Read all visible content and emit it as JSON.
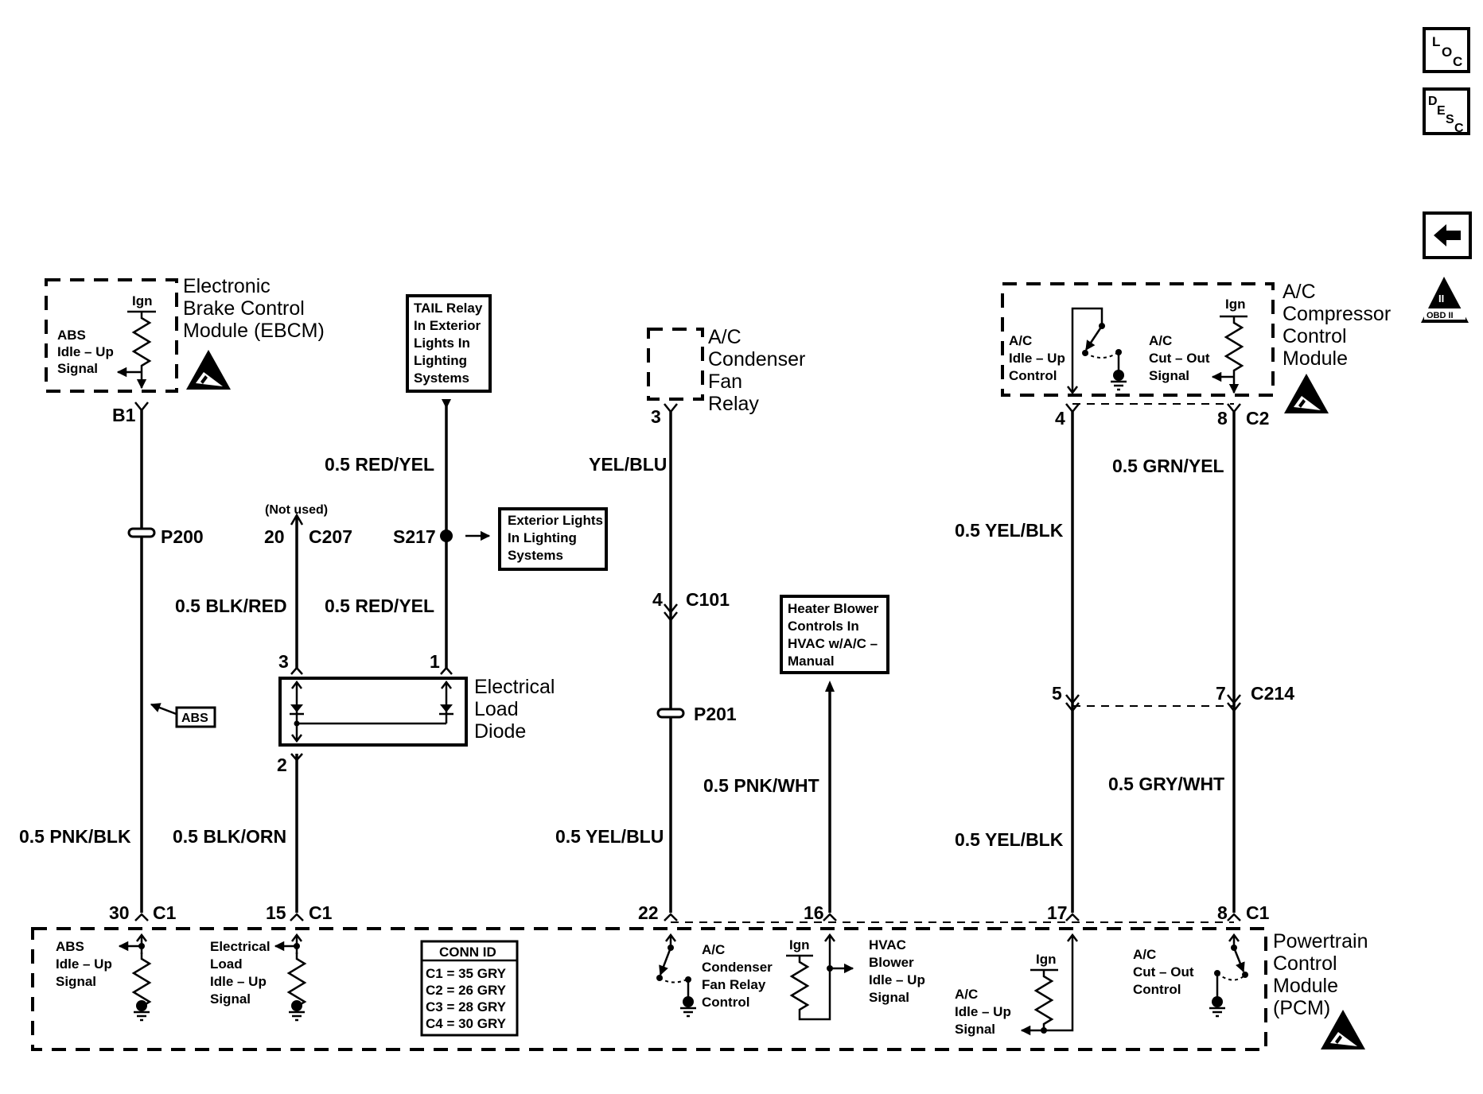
{
  "nav": {
    "loc": {
      "line1": "L",
      "line2": "O",
      "line3": "C"
    },
    "desc": {
      "line1": "D",
      "line2": "E",
      "line3": "S",
      "line4": "C"
    },
    "back_icon": "left-arrow-icon",
    "obd_badge": {
      "top": "II",
      "bottom": "OBD II"
    }
  },
  "components": {
    "ebcm": {
      "title_lines": [
        "Electronic",
        "Brake Control",
        "Module (EBCM)"
      ],
      "ign": "Ign",
      "signal_lines": [
        "ABS",
        "Idle – Up",
        "Signal"
      ],
      "connector_pin": "B1",
      "esd_icon": "esd-sensitive-icon"
    },
    "tail_relay": {
      "lines": [
        "TAIL Relay",
        "In Exterior",
        "Lights In",
        "Lighting",
        "Systems"
      ]
    },
    "exterior_lights": {
      "lines": [
        "Exterior Lights",
        "In Lighting",
        "Systems"
      ]
    },
    "condenser_fan_relay": {
      "title_lines": [
        "A/C",
        "Condenser",
        "Fan",
        "Relay"
      ],
      "pin": "3"
    },
    "heater_blower": {
      "lines": [
        "Heater Blower",
        "Controls In",
        "HVAC w/A/C –",
        "Manual"
      ]
    },
    "compressor_module": {
      "title_lines": [
        "A/C",
        "Compressor",
        "Control",
        "Module"
      ],
      "idle_up_lines": [
        "A/C",
        "Idle – Up",
        "Control"
      ],
      "cut_out_lines": [
        "A/C",
        "Cut – Out",
        "Signal"
      ],
      "ign": "Ign",
      "pin_left": "4",
      "pin_right": "8",
      "connector": "C2"
    },
    "load_diode": {
      "title_lines": [
        "Electrical",
        "Load",
        "Diode"
      ],
      "pin_3": "3",
      "pin_1": "1",
      "pin_2": "2"
    },
    "abs_ref": "ABS",
    "pcm": {
      "title_lines": [
        "Powertrain",
        "Control",
        "Module",
        "(PCM)"
      ],
      "abs_signal_lines": [
        "ABS",
        "Idle – Up",
        "Signal"
      ],
      "load_signal_lines": [
        "Electrical",
        "Load",
        "Idle – Up",
        "Signal"
      ],
      "fan_relay_lines": [
        "A/C",
        "Condenser",
        "Fan Relay",
        "Control"
      ],
      "hvac_lines": [
        "HVAC",
        "Blower",
        "Idle – Up",
        "Signal"
      ],
      "idle_up_lines": [
        "A/C",
        "Idle – Up",
        "Signal"
      ],
      "cut_out_lines": [
        "A/C",
        "Cut – Out",
        "Control"
      ],
      "ign": "Ign",
      "conn_id": {
        "title": "CONN ID",
        "rows": [
          "C1 = 35 GRY",
          "C2 = 26 GRY",
          "C3 = 28 GRY",
          "C4 = 30 GRY"
        ]
      }
    }
  },
  "connectors": {
    "p200": "P200",
    "p201": "P201",
    "c207_pin": "20",
    "c207": "C207",
    "not_used": "(Not used)",
    "s217": "S217",
    "c101_pin": "4",
    "c101": "C101",
    "c214_left_pin": "5",
    "c214_right_pin": "7",
    "c214": "C214",
    "pcm_pins": [
      {
        "pin": "30",
        "conn": "C1"
      },
      {
        "pin": "15",
        "conn": "C1"
      },
      {
        "pin": "22",
        "conn": ""
      },
      {
        "pin": "16",
        "conn": ""
      },
      {
        "pin": "17",
        "conn": ""
      },
      {
        "pin": "8",
        "conn": "C1"
      }
    ]
  },
  "wires": {
    "ebcm_pcm": "0.5 PNK/BLK",
    "tail_to_s217": "0.5 RED/YEL",
    "s217_to_diode": "0.5 RED/YEL",
    "c207_to_diode": "0.5 BLK/RED",
    "diode_to_pcm": "0.5 BLK/ORN",
    "relay_to_c101": "YEL/BLU",
    "c101_to_pcm": "0.5 YEL/BLU",
    "hvac_to_pcm": "0.5 PNK/WHT",
    "comp4_to_c214": "0.5 YEL/BLK",
    "c214_to_pcm17": "0.5 YEL/BLK",
    "comp8_to_c214": "0.5 GRN/YEL",
    "c214_to_pcm8": "0.5 GRY/WHT"
  }
}
